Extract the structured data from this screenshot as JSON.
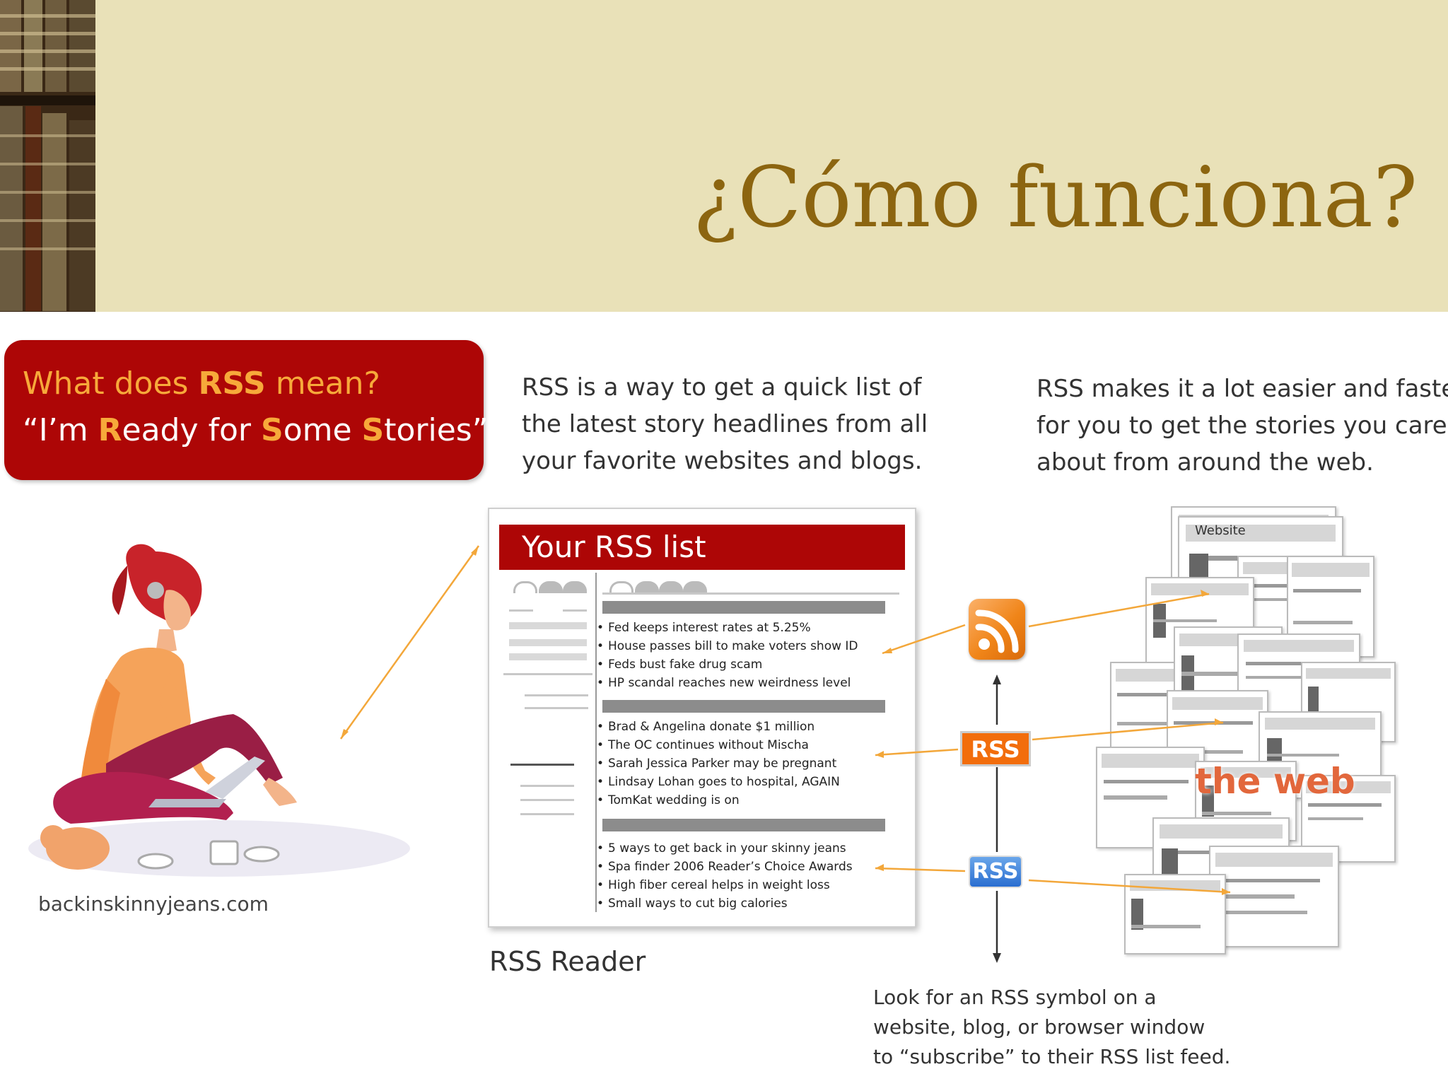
{
  "slide": {
    "title": "¿Cómo funciona?"
  },
  "definition_box": {
    "line1_pre": "What does ",
    "line1_bold": "RSS",
    "line1_post": " mean?",
    "line2_open": "“I’m ",
    "line2_r": "R",
    "line2_eady": "eady for ",
    "line2_s1": "S",
    "line2_ome": "ome ",
    "line2_s2": "S",
    "line2_tories": "tories”"
  },
  "description_middle": [
    "RSS is a way to get a quick list of",
    "the latest story headlines from all",
    "your favorite websites and blogs."
  ],
  "description_right": [
    "RSS makes it a lot easier and faster",
    "for you to get the stories you care",
    "about from around the web."
  ],
  "reader": {
    "title": "Your RSS list",
    "label": "RSS Reader",
    "group1": [
      "Fed keeps interest rates at 5.25%",
      "House passes bill to make voters show ID",
      "Feds bust fake drug scam",
      "HP scandal reaches new weirdness level"
    ],
    "group2": [
      "Brad & Angelina donate $1 million",
      "The OC continues without Mischa",
      "Sarah Jessica Parker may be pregnant",
      "Lindsay Lohan goes to hospital, AGAIN",
      "TomKat wedding is on"
    ],
    "group3": [
      "5 ways to get back in your skinny jeans",
      "Spa finder 2006 Reader’s Choice Awards",
      "High fiber cereal helps in weight loss",
      "Small ways to cut big calories"
    ]
  },
  "web": {
    "website_label": "Website",
    "the_web": "the web"
  },
  "rss_badges": {
    "orange": "RSS",
    "blue": "RSS"
  },
  "instruction": [
    "Look for an RSS symbol on a",
    "website, blog, or browser window",
    "to “subscribe” to their RSS list feed."
  ],
  "credit": "backinskinnyjeans.com",
  "colors": {
    "header_bg": "#e9e1b8",
    "title": "#8c6510",
    "box_red": "#ad0606",
    "box_orange_text": "#f7a93a",
    "arrow_orange": "#f3a73a",
    "the_web": "#e2673c"
  }
}
